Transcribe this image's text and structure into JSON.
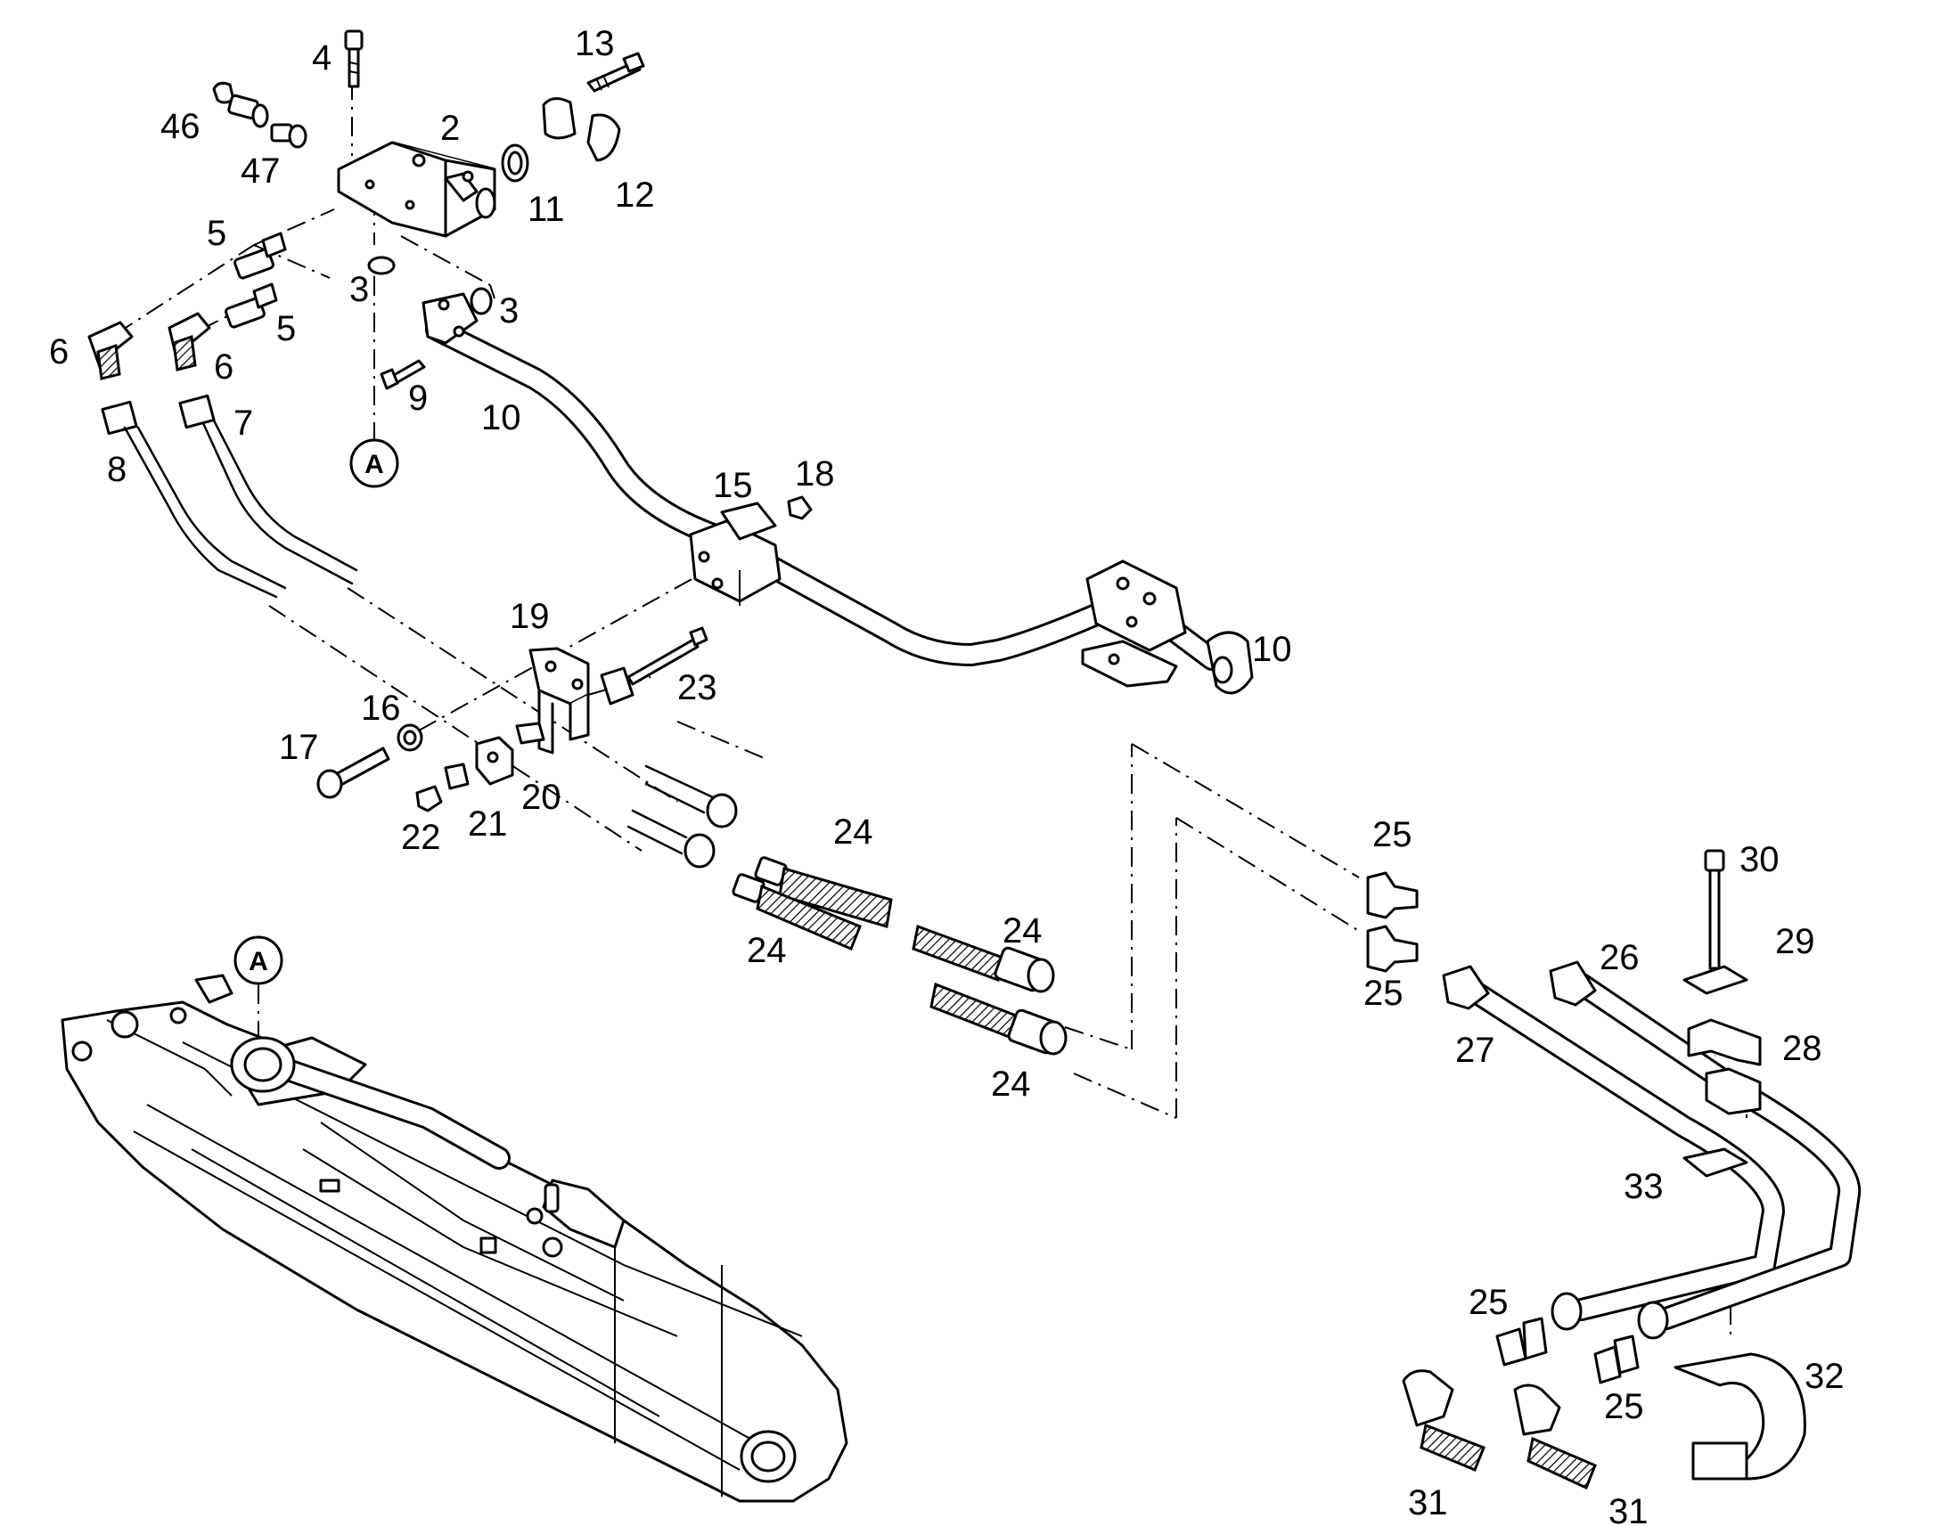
{
  "diagram": {
    "reference_marker": "A",
    "callouts": [
      {
        "id": "c4",
        "label": "4"
      },
      {
        "id": "c13",
        "label": "13"
      },
      {
        "id": "c46",
        "label": "46"
      },
      {
        "id": "c2",
        "label": "2"
      },
      {
        "id": "c47",
        "label": "47"
      },
      {
        "id": "c11",
        "label": "11"
      },
      {
        "id": "c12",
        "label": "12"
      },
      {
        "id": "c5a",
        "label": "5"
      },
      {
        "id": "c3a",
        "label": "3"
      },
      {
        "id": "c3b",
        "label": "3"
      },
      {
        "id": "c5b",
        "label": "5"
      },
      {
        "id": "c6a",
        "label": "6"
      },
      {
        "id": "c6b",
        "label": "6"
      },
      {
        "id": "c9",
        "label": "9"
      },
      {
        "id": "c7",
        "label": "7"
      },
      {
        "id": "c10a",
        "label": "10"
      },
      {
        "id": "c8",
        "label": "8"
      },
      {
        "id": "c15",
        "label": "15"
      },
      {
        "id": "c18",
        "label": "18"
      },
      {
        "id": "c19",
        "label": "19"
      },
      {
        "id": "c10b",
        "label": "10"
      },
      {
        "id": "c23",
        "label": "23"
      },
      {
        "id": "c16",
        "label": "16"
      },
      {
        "id": "c17",
        "label": "17"
      },
      {
        "id": "c20",
        "label": "20"
      },
      {
        "id": "c21",
        "label": "21"
      },
      {
        "id": "c22",
        "label": "22"
      },
      {
        "id": "c24a",
        "label": "24"
      },
      {
        "id": "c24b",
        "label": "24"
      },
      {
        "id": "c24c",
        "label": "24"
      },
      {
        "id": "c24d",
        "label": "24"
      },
      {
        "id": "c25a",
        "label": "25"
      },
      {
        "id": "c25b",
        "label": "25"
      },
      {
        "id": "c30",
        "label": "30"
      },
      {
        "id": "c29",
        "label": "29"
      },
      {
        "id": "c26",
        "label": "26"
      },
      {
        "id": "c27",
        "label": "27"
      },
      {
        "id": "c28",
        "label": "28"
      },
      {
        "id": "c33",
        "label": "33"
      },
      {
        "id": "c25c",
        "label": "25"
      },
      {
        "id": "c25d",
        "label": "25"
      },
      {
        "id": "c32",
        "label": "32"
      },
      {
        "id": "c31a",
        "label": "31"
      },
      {
        "id": "c31b",
        "label": "31"
      }
    ]
  }
}
